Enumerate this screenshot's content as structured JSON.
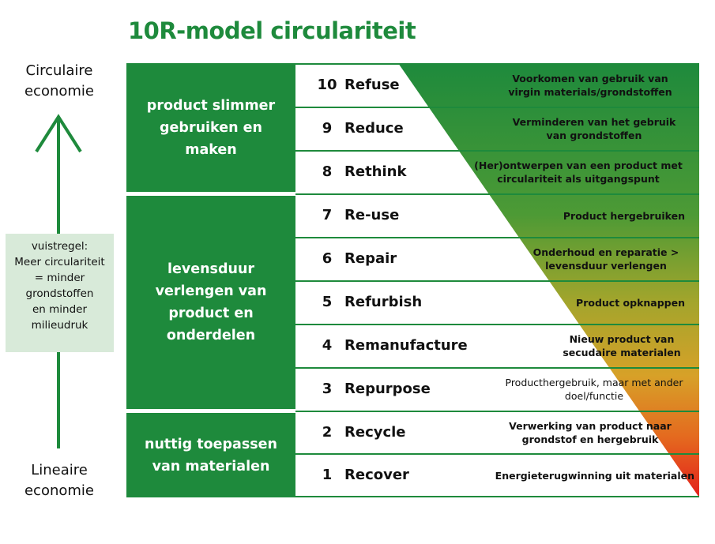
{
  "title": "10R-model circulariteit",
  "axis": {
    "top_label": "Circulaire economie",
    "bottom_label": "Lineaire economie"
  },
  "rule_of_thumb": [
    "vuistregel:",
    "Meer circulariteit",
    "= minder",
    "grondstoffen",
    "en minder",
    "milieudruk"
  ],
  "categories": [
    {
      "label": "product slimmer gebruiken en maken"
    },
    {
      "label": "levensduur verlengen van product en onderdelen"
    },
    {
      "label": "nuttig toepassen van materialen"
    }
  ],
  "rows": [
    {
      "num": "10",
      "name": "Refuse",
      "desc": "Voorkomen van gebruik van virgin materials/grondstoffen"
    },
    {
      "num": "9",
      "name": "Reduce",
      "desc": "Verminderen van het gebruik van grondstoffen"
    },
    {
      "num": "8",
      "name": "Rethink",
      "desc": "(Her)ontwerpen van een product met circulariteit als uitgangspunt"
    },
    {
      "num": "7",
      "name": "Re-use",
      "desc": "Product hergebruiken"
    },
    {
      "num": "6",
      "name": "Repair",
      "desc": "Onderhoud en reparatie > levensduur verlengen"
    },
    {
      "num": "5",
      "name": "Refurbish",
      "desc": "Product opknappen"
    },
    {
      "num": "4",
      "name": "Remanufacture",
      "desc": "Nieuw product van secudaire materialen"
    },
    {
      "num": "3",
      "name": "Repurpose",
      "desc": "Producthergebruik, maar met ander doel/functie"
    },
    {
      "num": "2",
      "name": "Recycle",
      "desc": "Verwerking van product naar grondstof en hergebruik"
    },
    {
      "num": "1",
      "name": "Recover",
      "desc": "Energieterugwinning uit materialen"
    }
  ],
  "colors": {
    "brand_green": "#1e8a3c",
    "gradient_top": "#1e8a3c",
    "gradient_mid": "#c9a82a",
    "gradient_bottom": "#e3201b",
    "rule_box_bg": "#d8ead9"
  }
}
